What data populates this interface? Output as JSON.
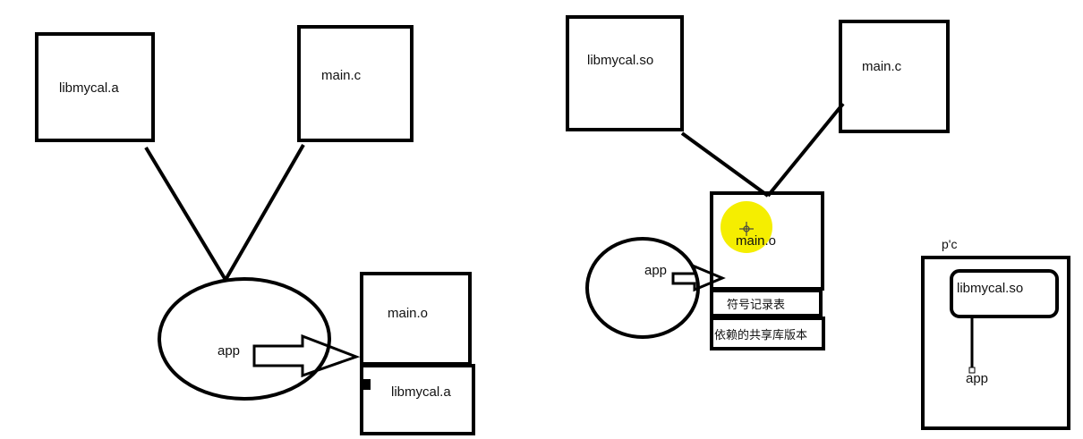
{
  "colors": {
    "stroke": "#000000",
    "background": "#ffffff",
    "cursor_highlight": "#f5ee00"
  },
  "static_diagram": {
    "lib_box_label": "libmycal.a",
    "main_c_label": "main.c",
    "app_label": "app",
    "main_o_label": "main.o",
    "embedded_lib_label": "libmycal.a"
  },
  "shared_diagram": {
    "lib_box_label": "libmycal.so",
    "main_c_label": "main.c",
    "main_o_label": "main.o",
    "app_label": "app",
    "symbol_table_label": "符号记录表",
    "dependency_label": "依赖的共享库版本"
  },
  "pc_diagram": {
    "title": "p'c",
    "lib_label": "libmycal.so",
    "app_label": "app"
  }
}
